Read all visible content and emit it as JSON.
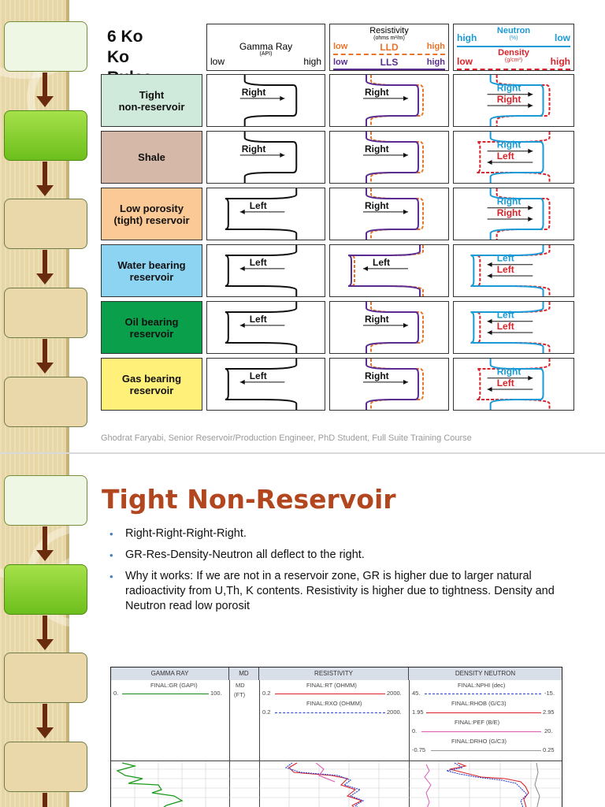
{
  "slide1": {
    "chart": {
      "title_line1": "6 Ko Ko",
      "title_line2": "Rules",
      "columns": [
        {
          "title": "Gamma Ray",
          "unit": "(API)",
          "scale_low": "low",
          "scale_high": "high"
        },
        {
          "title": "Resistivity",
          "unit": "(ohms m²/m)",
          "curve1": "LLD",
          "curve2": "LLS",
          "scale_low": "low",
          "scale_high": "high"
        },
        {
          "title_neutron": "Neutron",
          "unit_neutron": "(%)",
          "neutron_high": "high",
          "neutron_low": "low",
          "title_density": "Density",
          "unit_density": "(g/cm³)",
          "density_low": "low",
          "density_high": "high"
        }
      ],
      "rows": [
        {
          "label": "Tight\nnon-reservoir",
          "color": "#cfe9da",
          "gr": "Right",
          "res": "Right",
          "nd": [
            "Right",
            "Right"
          ]
        },
        {
          "label": "Shale",
          "color": "#d6b8a8",
          "gr": "Right",
          "res": "Right",
          "nd": [
            "Right",
            "Left"
          ]
        },
        {
          "label": "Low porosity\n(tight) reservoir",
          "color": "#fac995",
          "gr": "Left",
          "res": "Right",
          "nd": [
            "Right",
            "Right"
          ]
        },
        {
          "label": "Water bearing\nreservoir",
          "color": "#8dd3f2",
          "gr": "Left",
          "res": "Left",
          "nd": [
            "Left",
            "Left"
          ]
        },
        {
          "label": "Oil bearing\nreservoir",
          "color": "#0aa04b",
          "gr": "Left",
          "res": "Right",
          "nd": [
            "Left",
            "Left"
          ]
        },
        {
          "label": "Gas bearing\nreservoir",
          "color": "#fff07a",
          "gr": "Left",
          "res": "Right",
          "nd": [
            "Right",
            "Left"
          ]
        }
      ]
    },
    "credit": "Ghodrat Faryabi, Senior Reservoir/Production Engineer, PhD Student, Full Suite Training Course"
  },
  "slide2": {
    "title": "Tight Non-Reservoir",
    "bullets": [
      "Right-Right-Right-Right.",
      "GR-Res-Density-Neutron all deflect to the right.",
      "Why it works: If we are not in a reservoir zone, GR is higher due to larger natural radioactivity from U,Th, K contents. Resistivity is higher due to tightness. Density and Neutron read low porosit"
    ],
    "log": {
      "headers": [
        "GAMMA RAY",
        "MD",
        "RESISTIVITY",
        "DENSITY NEUTRON"
      ],
      "gr_curve": "FINAL:GR (GAPI)",
      "gr_min": "0.",
      "gr_max": "100.",
      "md_label": "MD",
      "md_unit": "(FT)",
      "rt_curve": "FINAL:RT (OHMM)",
      "rt_min": "0.2",
      "rt_max": "2000.",
      "rxo_curve": "FINAL:RXO (OHMM)",
      "rxo_min": "0.2",
      "rxo_max": "2000.",
      "nphi_curve": "FINAL:NPHI (dec)",
      "nphi_min": "45.",
      "nphi_max": "-15.",
      "rhob_curve": "FINAL:RHOB (G/C3)",
      "rhob_min": "1.95",
      "rhob_max": "2.95",
      "pef_curve": "FINAL:PEF (B/E)",
      "pef_min": "0.",
      "pef_max": "20.",
      "drho_curve": "FINAL:DRHO (G/C3)",
      "drho_min": "-0.75",
      "drho_max": "0.25"
    }
  },
  "colors": {
    "title_accent": "#b2471f",
    "bullet": "#3f7fc0",
    "lld": "#e8742a",
    "lls": "#5b2d91",
    "neutron": "#1a9ad6",
    "density": "#d9232a"
  }
}
